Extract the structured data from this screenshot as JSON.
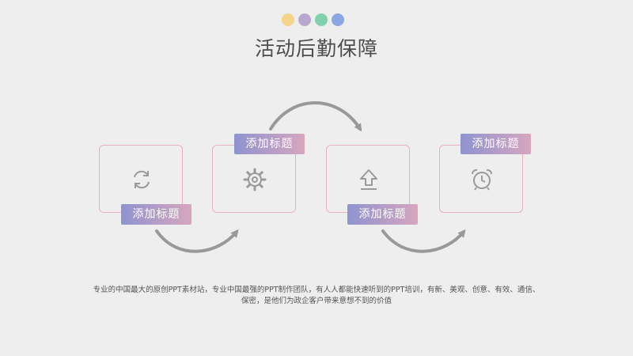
{
  "slide": {
    "title": "活动后勤保障",
    "dot_colors": [
      "#f5d48a",
      "#b7a7cf",
      "#7fd0ad",
      "#8ba6e0"
    ],
    "steps": [
      {
        "tag": "添加标题",
        "icon": "refresh-icon"
      },
      {
        "tag": "添加标题",
        "icon": "gear-icon"
      },
      {
        "tag": "添加标题",
        "icon": "upload-icon"
      },
      {
        "tag": "添加标题",
        "icon": "alarm-clock-icon"
      }
    ],
    "description_line1": "专业的中国最大的原创PPT素材站，专业中国最强的PPT制作团队，有人人都能快速听到的PPT培训，有新、美观、创意、有效、通信、",
    "description_line2": "保密，是他们为政企客户带来意想不到的价值"
  },
  "colors": {
    "card_border": "#e6b3bd",
    "tag_gradient_start": "#8f93cf",
    "tag_gradient_end": "#d7a6bf",
    "arrow": "#999999",
    "title_text": "#4d4d4d"
  }
}
